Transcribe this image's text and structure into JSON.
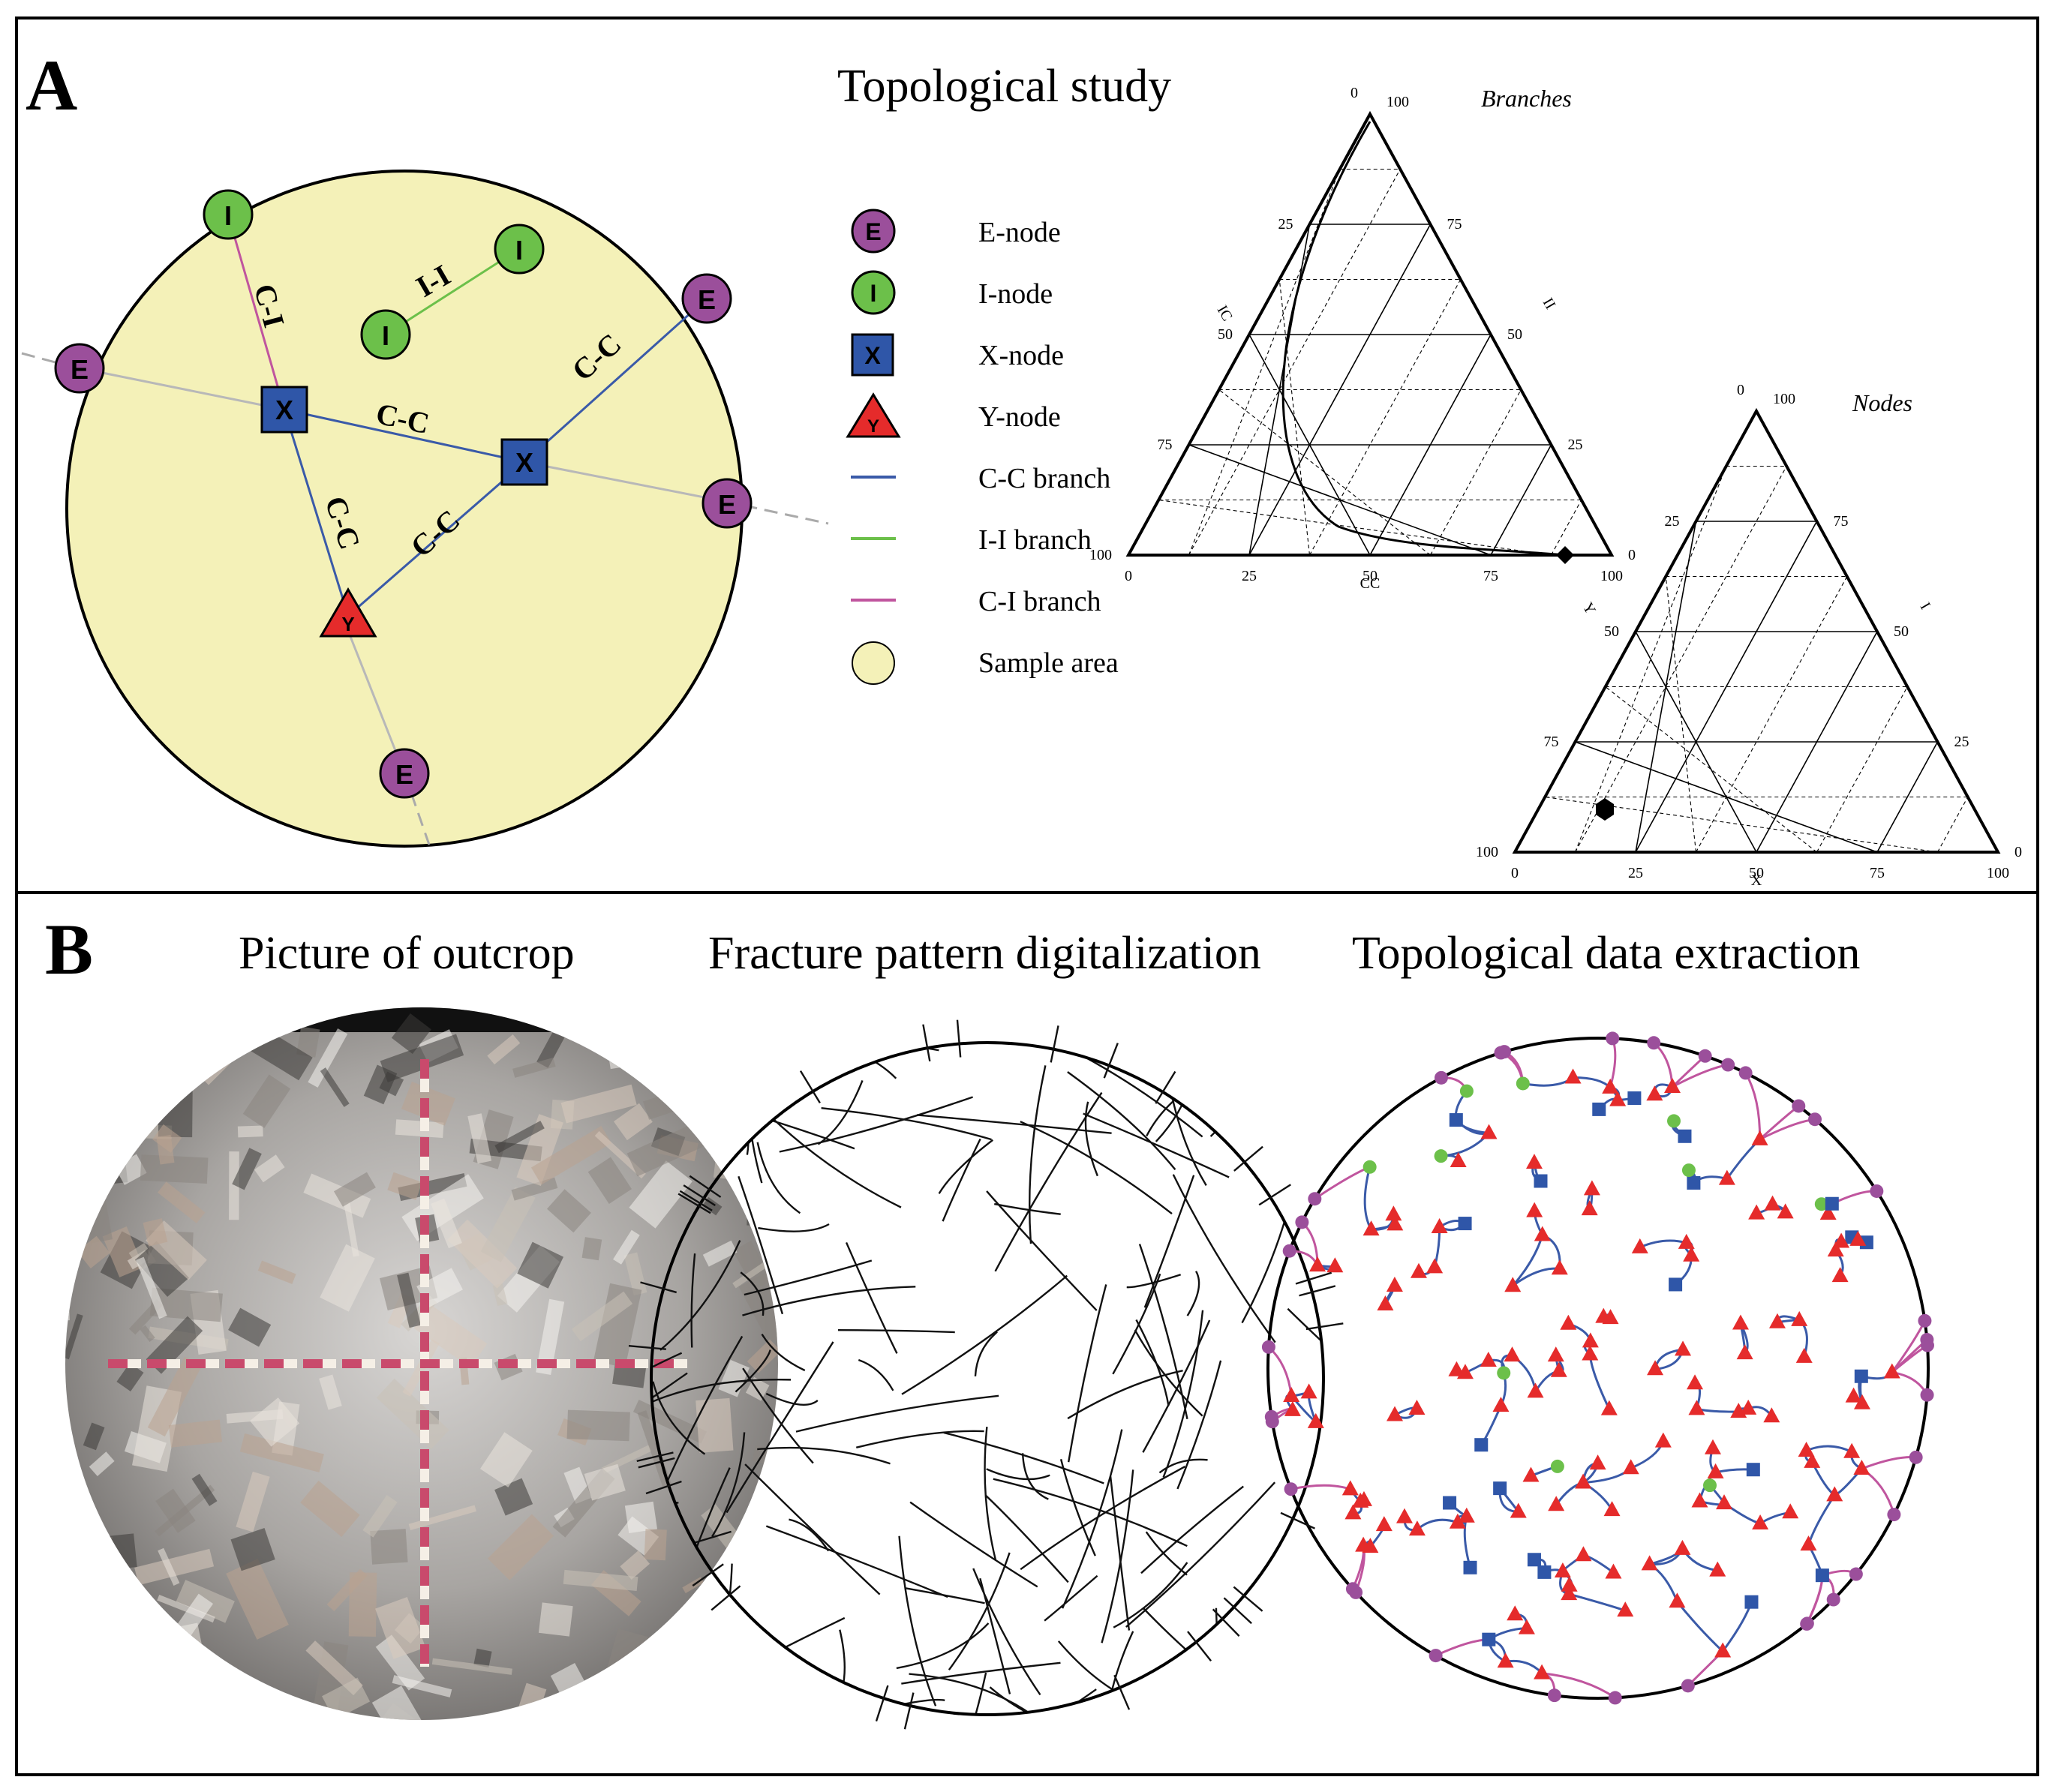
{
  "panel_a": {
    "label": "A",
    "title": "Topological study",
    "schematic": {
      "e_node": "E",
      "i_node": "I",
      "x_node": "X",
      "y_node": "Y",
      "branch_labels": {
        "ci": "C-I",
        "ii": "I-I",
        "cc": "C-C"
      }
    },
    "legend": [
      {
        "key": "e",
        "label": "E-node",
        "symbol": "E"
      },
      {
        "key": "i",
        "label": "I-node",
        "symbol": "I"
      },
      {
        "key": "x",
        "label": "X-node",
        "symbol": "X"
      },
      {
        "key": "y",
        "label": "Y-node",
        "symbol": "Y"
      },
      {
        "key": "cc",
        "label": "C-C branch"
      },
      {
        "key": "ii",
        "label": "I-I branch"
      },
      {
        "key": "ci",
        "label": "C-I branch"
      },
      {
        "key": "area",
        "label": "Sample area"
      }
    ],
    "ternary_branches": {
      "title": "Branches",
      "left_axis_label": "IC",
      "right_axis_label": "II",
      "bottom_axis_label": "CC",
      "apex_label_left": "0",
      "apex_label_right": "100",
      "left_ticks": [
        "25",
        "50",
        "75",
        "100"
      ],
      "right_ticks": [
        "75",
        "50",
        "25",
        "0"
      ],
      "bottom_ticks": [
        "0",
        "25",
        "50",
        "75",
        "100"
      ]
    },
    "ternary_nodes": {
      "title": "Nodes",
      "left_axis_label": "Y",
      "right_axis_label": "I",
      "bottom_axis_label": "X",
      "apex_label_left": "0",
      "apex_label_right": "100",
      "left_ticks": [
        "25",
        "50",
        "75",
        "100"
      ],
      "right_ticks": [
        "75",
        "50",
        "25",
        "0"
      ],
      "bottom_ticks": [
        "0",
        "25",
        "50",
        "75",
        "100"
      ]
    }
  },
  "panel_b": {
    "label": "B",
    "titles": [
      "Picture of outcrop",
      "Fracture pattern digitalization",
      "Topological data extraction"
    ]
  },
  "colors": {
    "sample_area": "#f4f1b8",
    "e_node": "#9b4f9b",
    "i_node": "#6cc04a",
    "x_node": "#2f56a8",
    "y_node": "#e52b2b",
    "cc_branch": "#3a5aa8",
    "ii_branch": "#6cc04a",
    "ci_branch": "#c0559e"
  }
}
